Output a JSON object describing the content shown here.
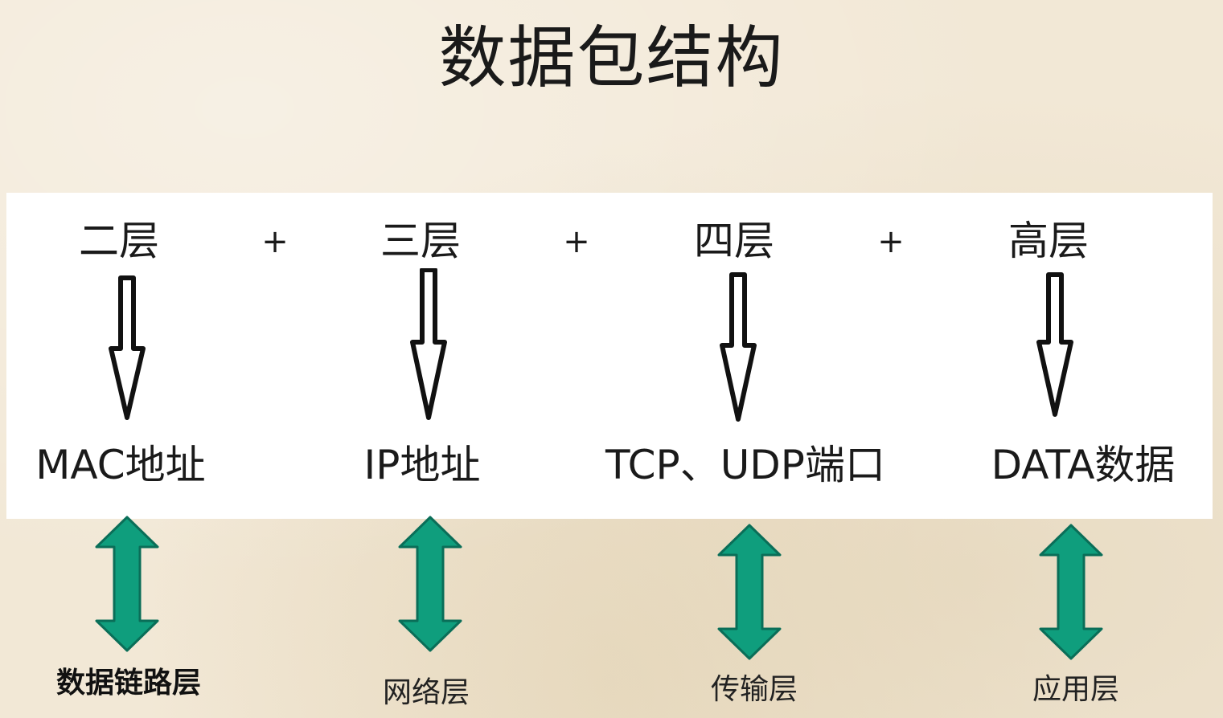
{
  "title": "数据包结构",
  "colors": {
    "background": "#f2e8d6",
    "panel": "#ffffff",
    "double_arrow_fill": "#0f9e7d",
    "double_arrow_stroke": "#0a6e58",
    "down_arrow_fill": "#ffffff",
    "down_arrow_stroke": "#111111"
  },
  "layers": [
    {
      "label": "二层",
      "field": "MAC地址",
      "osi": "数据链路层"
    },
    {
      "label": "三层",
      "field": "IP地址",
      "osi": "网络层"
    },
    {
      "label": "四层",
      "field": "TCP、UDP端口",
      "osi": "传输层"
    },
    {
      "label": "高层",
      "field": "DATA数据",
      "osi": "应用层"
    }
  ],
  "separator": "+",
  "icons": {
    "down": "outline-down-arrow-icon",
    "double": "green-double-arrow-icon"
  }
}
